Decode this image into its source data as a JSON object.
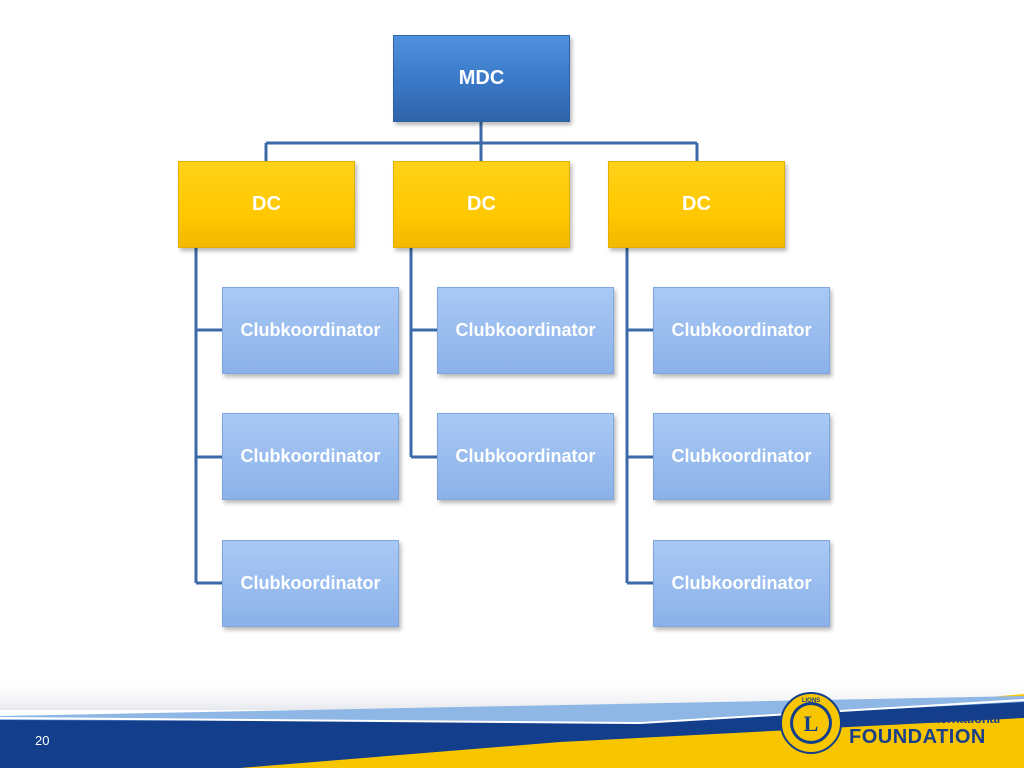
{
  "diagram": {
    "root": {
      "label": "MDC"
    },
    "branches": [
      {
        "label": "DC",
        "children": [
          "Clubkoordinator",
          "Clubkoordinator",
          "Clubkoordinator"
        ]
      },
      {
        "label": "DC",
        "children": [
          "Clubkoordinator",
          "Clubkoordinator"
        ]
      },
      {
        "label": "DC",
        "children": [
          "Clubkoordinator",
          "Clubkoordinator",
          "Clubkoordinator"
        ]
      }
    ]
  },
  "footer": {
    "page_number": "20",
    "logo_line1": "Lions Clubs International",
    "logo_line2": "FOUNDATION",
    "emblem_text": "LIONS INTERNATIONAL"
  },
  "colors": {
    "root_fill": "#3a78c6",
    "dc_fill": "#ffc800",
    "club_fill": "#97bbee",
    "connector": "#3c6aa8",
    "footer_blue": "#123e8c",
    "footer_yellow": "#f8c600"
  }
}
